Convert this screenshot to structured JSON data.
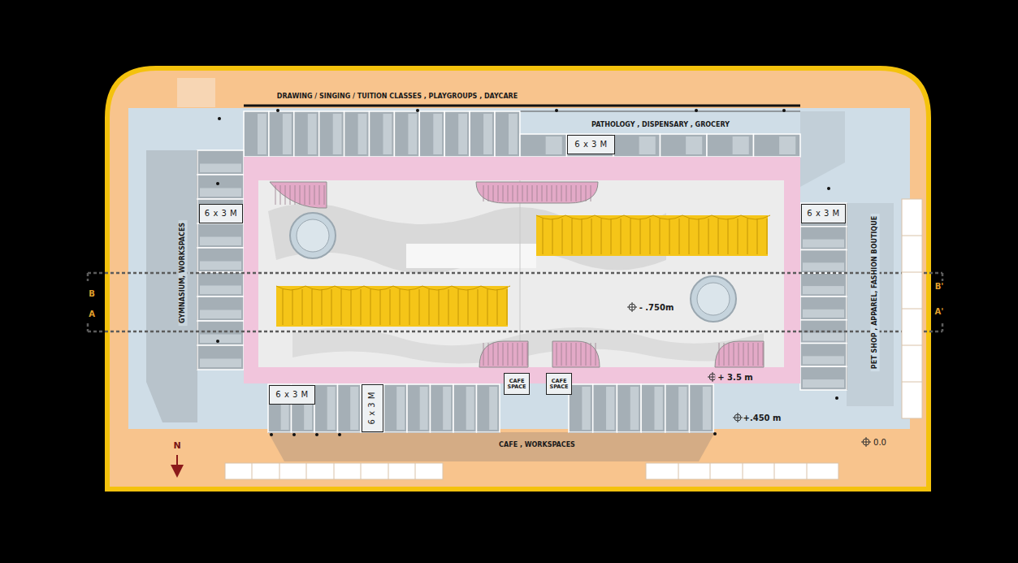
{
  "diagram": {
    "nodes": [
      {
        "text": [
          "6 x 3 M"
        ]
      },
      {
        "text": [
          "6 x 3 M"
        ]
      },
      {
        "text": [
          "6 x 3 M"
        ]
      },
      {
        "text": [
          "6 x 3 M"
        ]
      },
      {
        "text": [
          "6 x 3 M"
        ]
      },
      {
        "text": [
          "CAFE SPACE"
        ]
      },
      {
        "text": [
          "CAFE SPACE"
        ]
      }
    ],
    "labels": [
      "DRAWING / SINGING / TUITION CLASSES , PLAYGROUPS , DAYCARE",
      "PATHOLOGY , DISPENSARY , GROCERY",
      "GYMNASIUM, WORKSPACES",
      "PET SHOP , APPAREL, FASHION BOUTIQUE",
      "B",
      "A",
      "B'",
      "A'",
      "- .750m",
      "+ 3.5 m",
      "+.450 m",
      "0.0",
      "CAFE , WORKSPACES",
      "N"
    ]
  }
}
